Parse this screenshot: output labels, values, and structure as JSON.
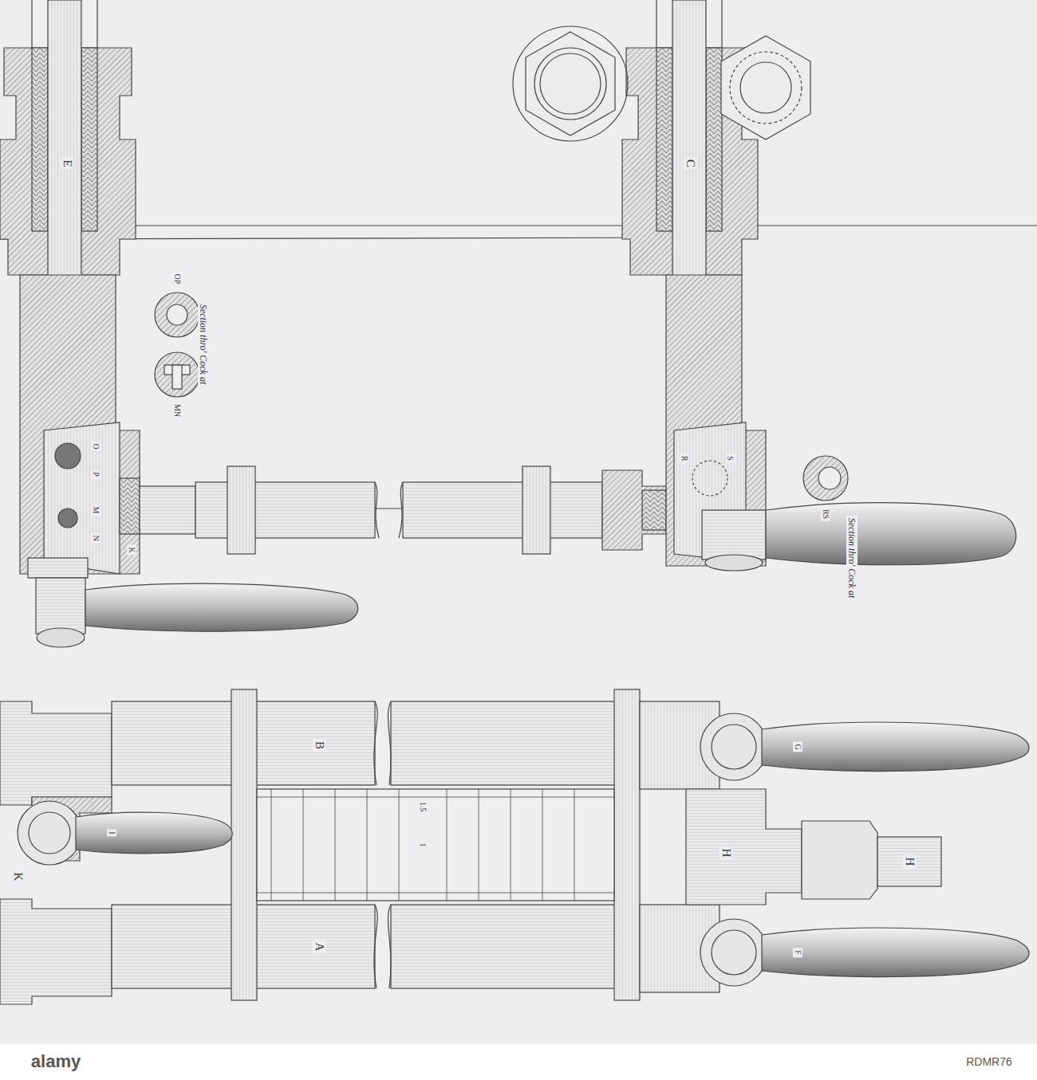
{
  "diagram": {
    "labels": [
      "E",
      "C",
      "Section thro' Cock at",
      "OP",
      "MN",
      "O",
      "P",
      "M",
      "N",
      "K",
      "R",
      "S",
      "Section thro' Cock at",
      "RS",
      "B",
      "G",
      "H",
      "H",
      "I",
      "K",
      "1.5",
      "1",
      "A",
      "F",
      "alamy",
      "RDMR76"
    ]
  }
}
